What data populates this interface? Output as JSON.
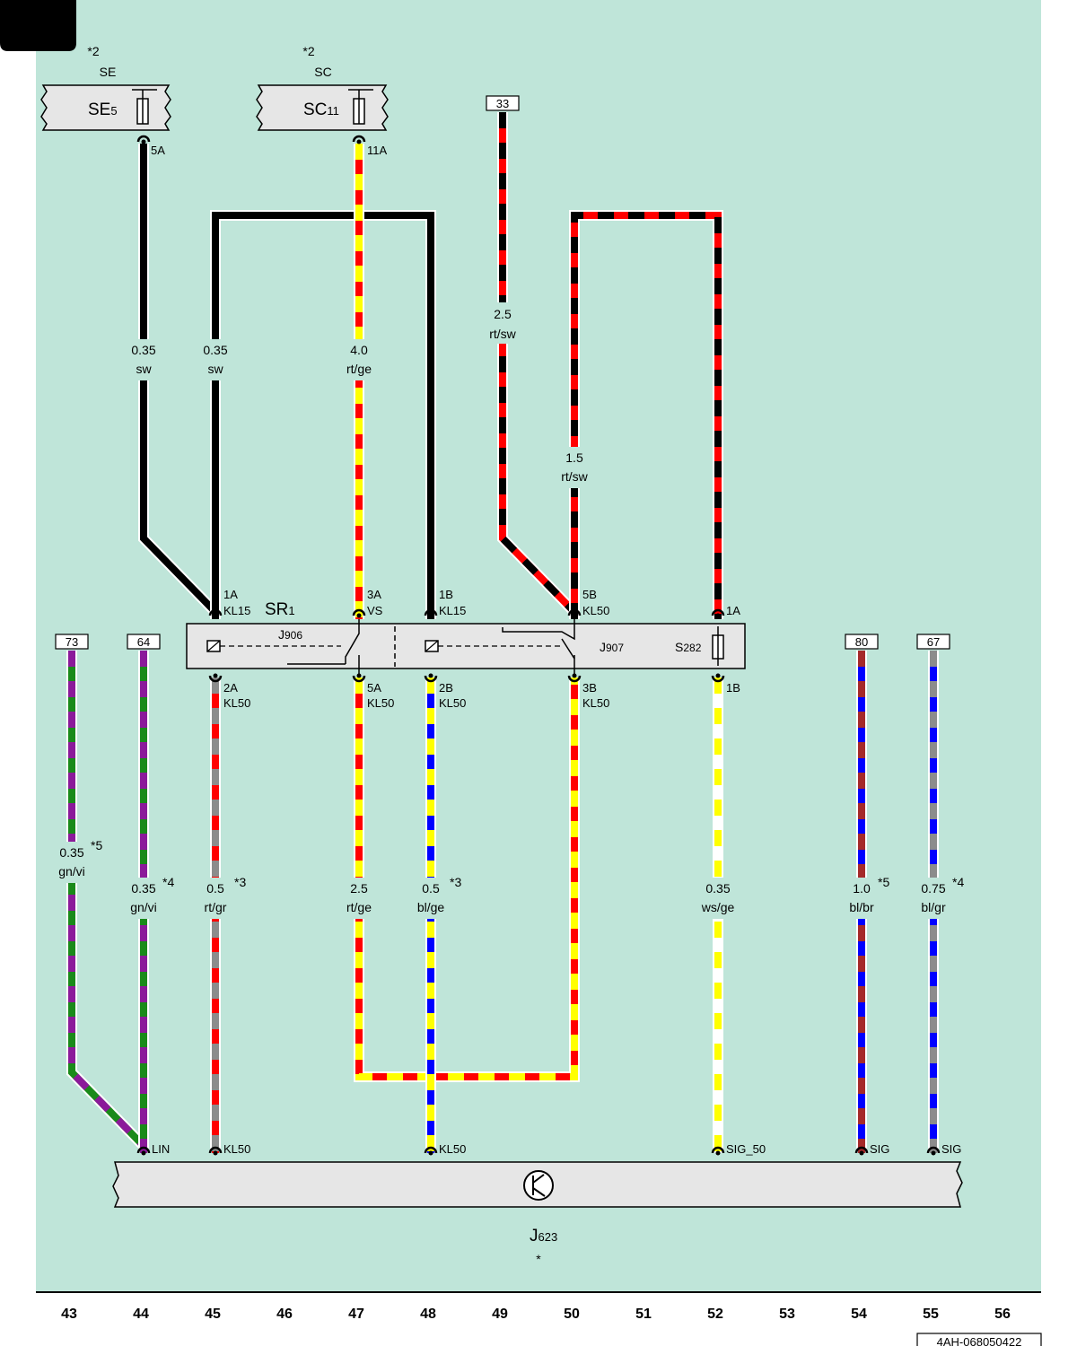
{
  "page_corner_tab": "",
  "colors": {
    "background": "#bfe5d9",
    "sw": "#000000",
    "rt": "#ff0000",
    "ge": "#ffff00",
    "gn": "#1a8a1a",
    "vi": "#8b1a9a",
    "gr": "#8c8c8c",
    "bl": "#0000ff",
    "ws": "#ffffff",
    "br": "#a52a2a"
  },
  "fuse_boxes": [
    {
      "id": "SE",
      "marker": "*2",
      "code": "SE",
      "label": "SE",
      "sub": "5",
      "terminal": "5A"
    },
    {
      "id": "SC",
      "marker": "*2",
      "code": "SC",
      "label": "SC",
      "sub": "11",
      "terminal": "11A"
    }
  ],
  "relay_box": {
    "title": "SR",
    "title_sub": "1",
    "relay1": "J",
    "relay1_sub": "906",
    "relay2": "J",
    "relay2_sub": "907",
    "fuse": "S",
    "fuse_sub": "282"
  },
  "connectors": [
    {
      "id": "c1A",
      "num": "1A",
      "name": "KL15"
    },
    {
      "id": "c3A",
      "num": "3A",
      "name": "VS"
    },
    {
      "id": "c1B",
      "num": "1B",
      "name": "KL15"
    },
    {
      "id": "c5B",
      "num": "5B",
      "name": "KL50"
    },
    {
      "id": "c1Aright",
      "num": "1A",
      "name": ""
    },
    {
      "id": "c2A",
      "num": "2A",
      "name": "KL50"
    },
    {
      "id": "c5A",
      "num": "5A",
      "name": "KL50"
    },
    {
      "id": "c2B",
      "num": "2B",
      "name": "KL50"
    },
    {
      "id": "c3B",
      "num": "3B",
      "name": "KL50"
    },
    {
      "id": "c1Bright",
      "num": "1B",
      "name": ""
    }
  ],
  "references": [
    "73",
    "64",
    "33",
    "80",
    "67"
  ],
  "wires": [
    {
      "id": "w1",
      "size": "0.35",
      "color": "sw",
      "note": ""
    },
    {
      "id": "w2",
      "size": "0.35",
      "color": "sw",
      "note": ""
    },
    {
      "id": "w3",
      "size": "4.0",
      "color": "rt/ge",
      "note": ""
    },
    {
      "id": "w4",
      "size": "2.5",
      "color": "rt/sw",
      "note": ""
    },
    {
      "id": "w5",
      "size": "1.5",
      "color": "rt/sw",
      "note": ""
    },
    {
      "id": "w6",
      "size": "0.35",
      "color": "gn/vi",
      "note": "*5"
    },
    {
      "id": "w7",
      "size": "0.35",
      "color": "gn/vi",
      "note": "*4"
    },
    {
      "id": "w8",
      "size": "0.5",
      "color": "rt/gr",
      "note": "*3"
    },
    {
      "id": "w9",
      "size": "2.5",
      "color": "rt/ge",
      "note": ""
    },
    {
      "id": "w10",
      "size": "0.5",
      "color": "bl/ge",
      "note": "*3"
    },
    {
      "id": "w11",
      "size": "0.35",
      "color": "ws/ge",
      "note": ""
    },
    {
      "id": "w12",
      "size": "1.0",
      "color": "bl/br",
      "note": "*5"
    },
    {
      "id": "w13",
      "size": "0.75",
      "color": "bl/gr",
      "note": "*4"
    }
  ],
  "ecu": {
    "pins": [
      "LIN",
      "KL50",
      "KL50",
      "SIG_50",
      "SIG",
      "SIG"
    ],
    "name": "J",
    "name_sub": "623",
    "marker": "*"
  },
  "columns": [
    "43",
    "44",
    "45",
    "46",
    "47",
    "48",
    "49",
    "50",
    "51",
    "52",
    "53",
    "54",
    "55",
    "56"
  ],
  "doc_id": "4AH-068050422"
}
